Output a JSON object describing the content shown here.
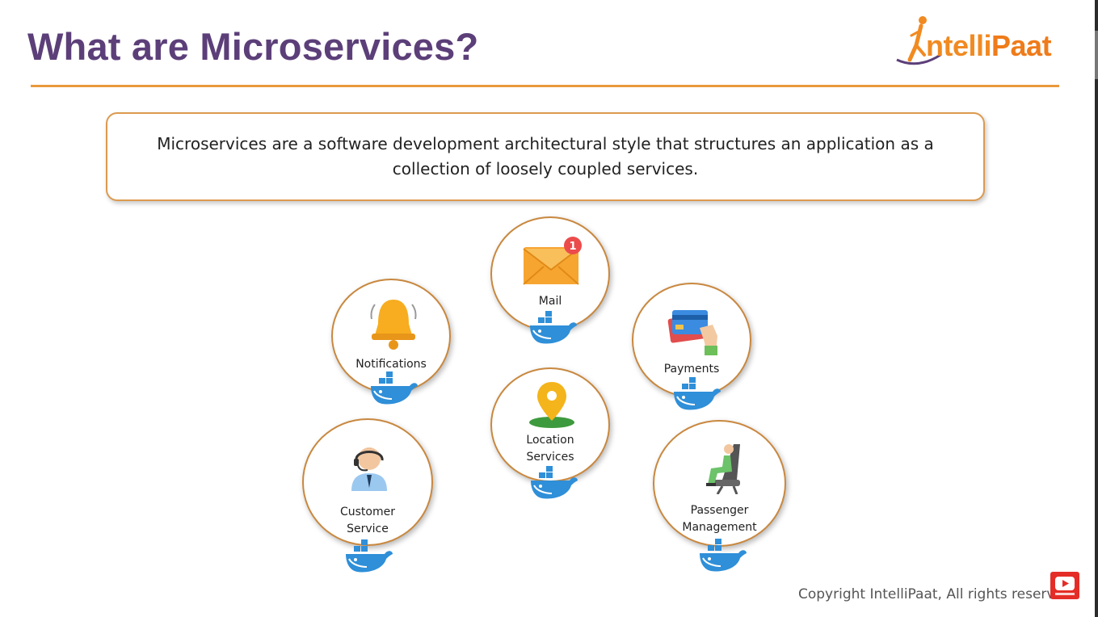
{
  "slide": {
    "title": "What are Microservices?",
    "logo_text_a": "ntelli",
    "logo_text_b": "Paat",
    "definition": "Microservices are a software development architectural style that structures an application as a collection of loosely coupled services.",
    "copyright": "Copyright IntelliPaat, All rights reserved"
  },
  "services": [
    {
      "id": "mail",
      "line1": "Mail",
      "line2": "",
      "icon": "envelope-icon",
      "badge": "1"
    },
    {
      "id": "notifications",
      "line1": "Notifications",
      "line2": "",
      "icon": "bell-icon"
    },
    {
      "id": "payments",
      "line1": "Payments",
      "line2": "",
      "icon": "credit-card-icon"
    },
    {
      "id": "location",
      "line1": "Location",
      "line2": "Services",
      "icon": "location-pin-icon"
    },
    {
      "id": "customer",
      "line1": "Customer",
      "line2": "Service",
      "icon": "support-agent-icon"
    },
    {
      "id": "passenger",
      "line1": "Passenger",
      "line2": "Management",
      "icon": "seated-passenger-icon"
    }
  ],
  "colors": {
    "title": "#5c3f79",
    "accent_orange": "#e99a3c",
    "circle_border": "#c9883f",
    "docker_blue": "#2f8fd8"
  }
}
